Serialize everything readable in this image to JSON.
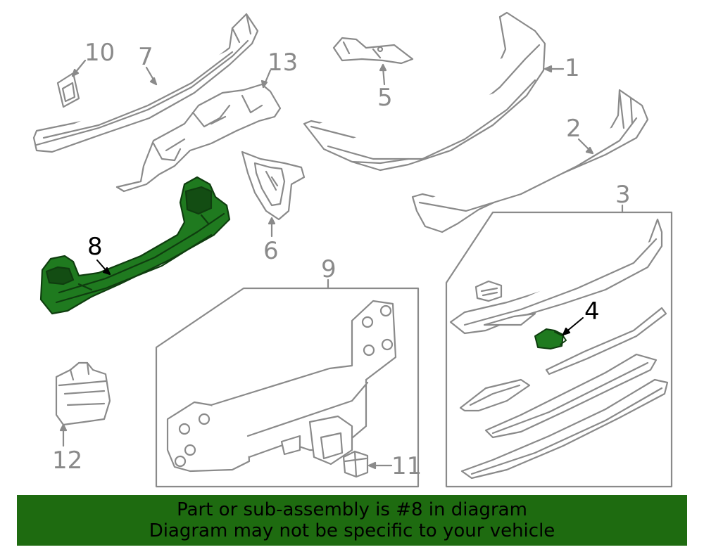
{
  "callouts": {
    "c1": "1",
    "c2": "2",
    "c3": "3",
    "c4": "4",
    "c5": "5",
    "c6": "6",
    "c7": "7",
    "c8": "8",
    "c9": "9",
    "c10": "10",
    "c11": "11",
    "c12": "12",
    "c13": "13"
  },
  "colors": {
    "line": "#8a8a8a",
    "fill_part": "#ffffff",
    "highlight": "#1f7a1f",
    "highlight_dark": "#0f3d0f",
    "banner": "#1e6b10"
  },
  "highlighted_part": "8",
  "banner": {
    "line1": "Part or sub-assembly is #8 in diagram",
    "line2": "Diagram may not be specific to your vehicle"
  }
}
